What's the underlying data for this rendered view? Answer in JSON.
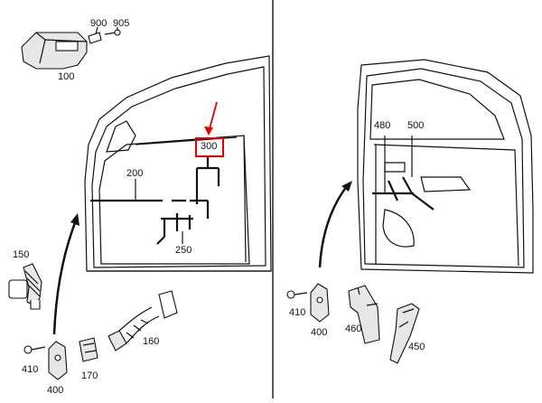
{
  "labels": {
    "p900": "900",
    "p905": "905",
    "p100": "100",
    "p300": "300",
    "p200": "200",
    "p250": "250",
    "p150": "150",
    "p410_left": "410",
    "p400_left": "400",
    "p170": "170",
    "p160": "160",
    "p480": "480",
    "p500": "500",
    "p410_right": "410",
    "p400_right": "400",
    "p460": "460",
    "p450": "450"
  },
  "colors": {
    "highlight": "#e10000",
    "line": "#111111"
  }
}
